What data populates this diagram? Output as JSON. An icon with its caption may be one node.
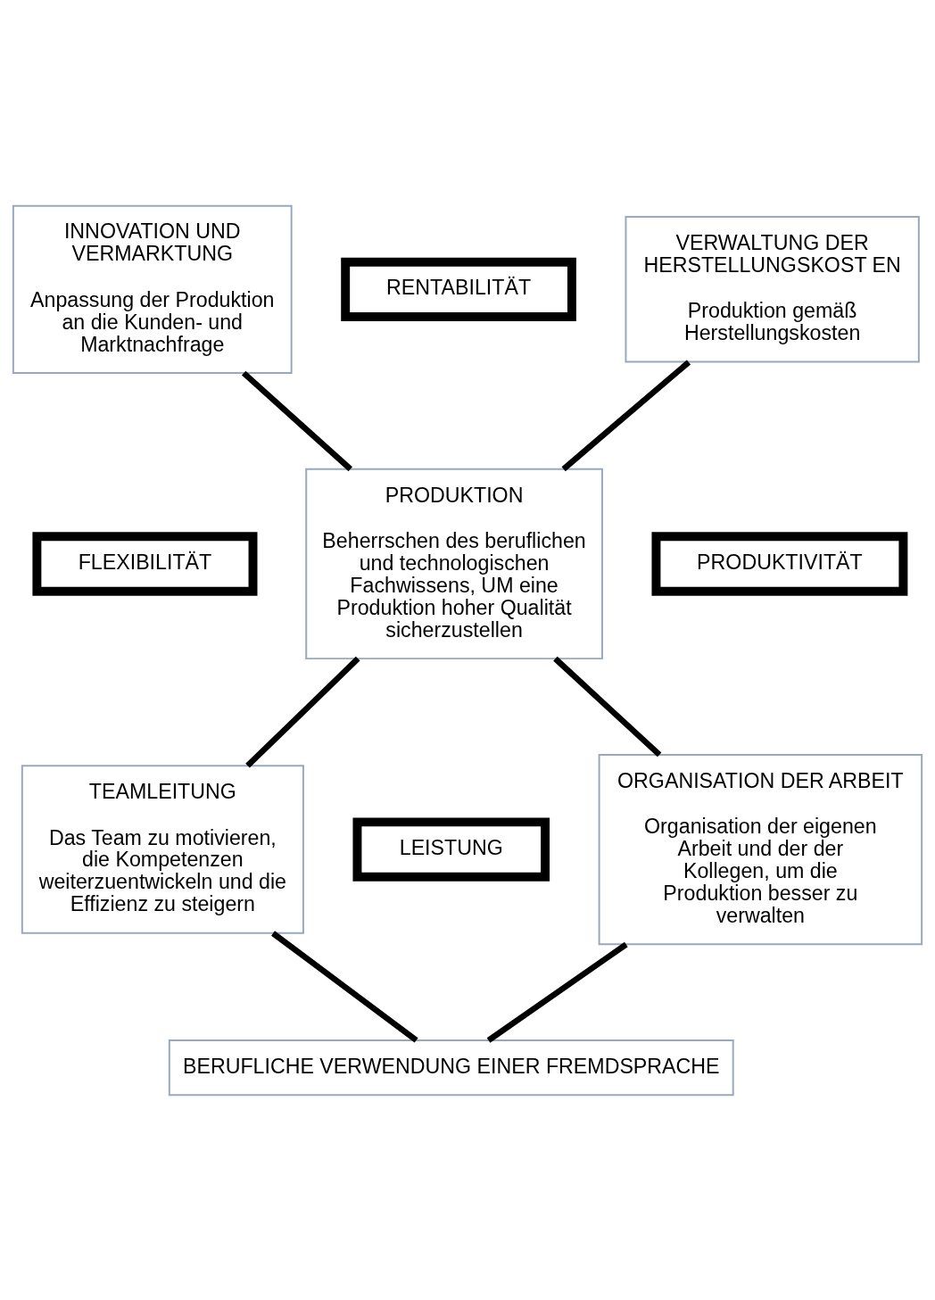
{
  "diagram": {
    "nodes": [
      {
        "text": [
          "INNOVATION UND VERMARKTUNG",
          "Anpassung der Produktion an die Kunden- und Marktnachfrage"
        ]
      },
      {
        "text": [
          "RENTABILITÄT"
        ]
      },
      {
        "text": [
          "VERWALTUNG DER HERSTELLUNGSKOST EN",
          "Produktion gemäß Herstellungskosten"
        ]
      },
      {
        "text": [
          "FLEXIBILITÄT"
        ]
      },
      {
        "text": [
          "PRODUKTION",
          "Beherrschen des beruflichen und technologischen Fachwissens, UM eine Produktion hoher Qualität sicherzustellen"
        ]
      },
      {
        "text": [
          "PRODUKTIVITÄT"
        ]
      },
      {
        "text": [
          "TEAMLEITUNG",
          "Das Team zu motivieren, die Kompetenzen weiterzuentwickeln und die Effizienz zu steigern"
        ]
      },
      {
        "text": [
          "LEISTUNG"
        ]
      },
      {
        "text": [
          "ORGANISATION DER ARBEIT",
          "Organisation der eigenen Arbeit und der der Kollegen, um die Produktion besser zu verwalten"
        ]
      },
      {
        "text": [
          "BERUFLICHE VERWENDUNG EINER FREMDSPRACHE"
        ]
      }
    ],
    "edges": [
      {
        "from": 0,
        "to": 4,
        "arrow": "none"
      },
      {
        "from": 2,
        "to": 4,
        "arrow": "none"
      },
      {
        "from": 4,
        "to": 6,
        "arrow": "none"
      },
      {
        "from": 4,
        "to": 8,
        "arrow": "none"
      },
      {
        "from": 6,
        "to": 9,
        "arrow": "none"
      },
      {
        "from": 8,
        "to": 9,
        "arrow": "none"
      }
    ]
  }
}
